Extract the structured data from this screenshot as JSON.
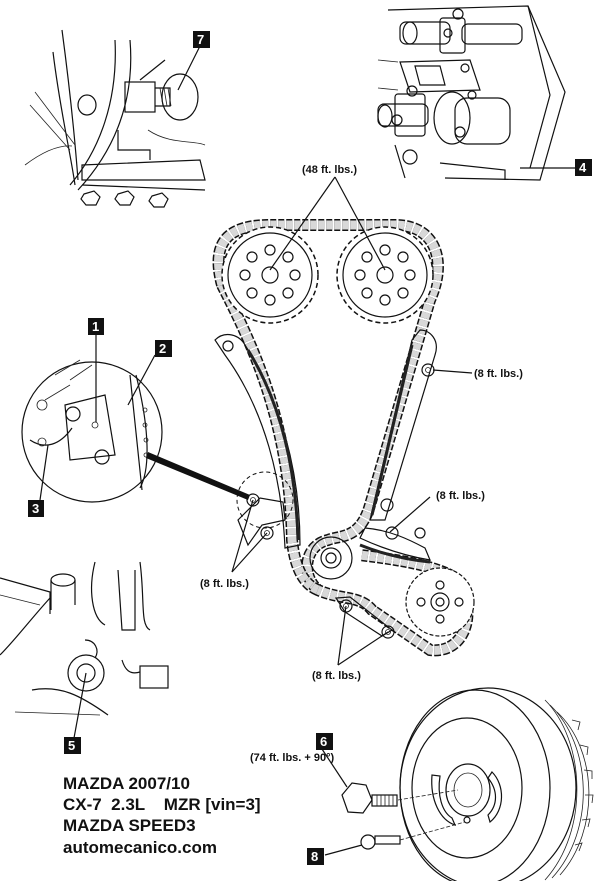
{
  "caption": {
    "line1": "MAZDA 2007/10",
    "line2": "CX-7  2.3L    MZR [vin=3]",
    "line3": "MAZDA SPEED3",
    "line4": "automecanico.com"
  },
  "callouts": {
    "c1": "1",
    "c2": "2",
    "c3": "3",
    "c4": "4",
    "c5": "5",
    "c6": "6",
    "c7": "7",
    "c8": "8"
  },
  "torque": {
    "camshaft": "(48 ft. lbs.)",
    "upper_right_guide": "(8 ft. lbs.)",
    "tensioner_arm": "(8 ft. lbs.)",
    "tensioner": "(8 ft. lbs.)",
    "lower_guide": "(8 ft. lbs.)",
    "crank_pulley": "(74 ft. lbs. + 90°)"
  },
  "colors": {
    "callout_bg": "#111111",
    "chain_link": "#d8d8d8",
    "ink": "#111111"
  }
}
